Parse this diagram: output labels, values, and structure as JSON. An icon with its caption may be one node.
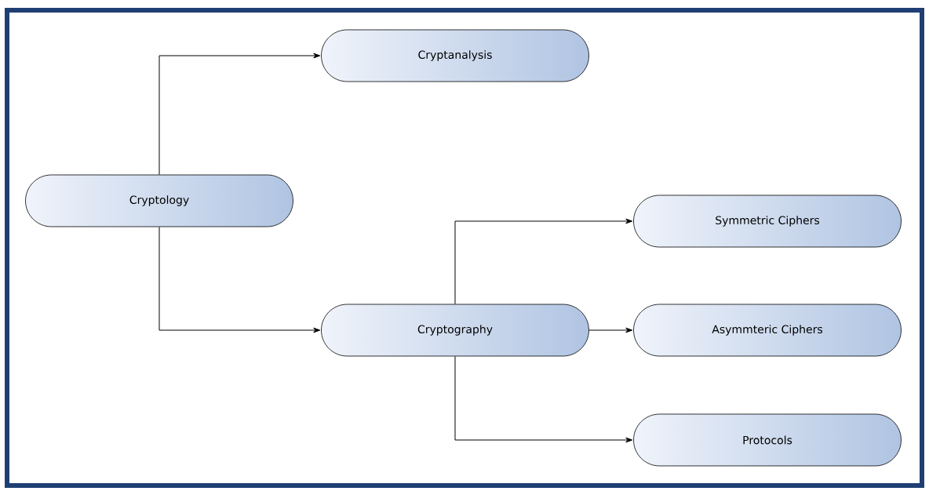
{
  "diagram": {
    "nodes": [
      {
        "text": [
          "Cryptology"
        ]
      },
      {
        "text": [
          "Cryptanalysis"
        ]
      },
      {
        "text": [
          "Cryptography"
        ]
      },
      {
        "text": [
          "Symmetric Ciphers"
        ]
      },
      {
        "text": [
          "Asymmteric Ciphers"
        ]
      },
      {
        "text": [
          "Protocols"
        ]
      }
    ],
    "edges": [
      {
        "from": 0,
        "to": 1,
        "arrow": "to"
      },
      {
        "from": 0,
        "to": 2,
        "arrow": "to"
      },
      {
        "from": 2,
        "to": 3,
        "arrow": "to"
      },
      {
        "from": 2,
        "to": 4,
        "arrow": "to"
      },
      {
        "from": 2,
        "to": 5,
        "arrow": "to"
      }
    ]
  }
}
